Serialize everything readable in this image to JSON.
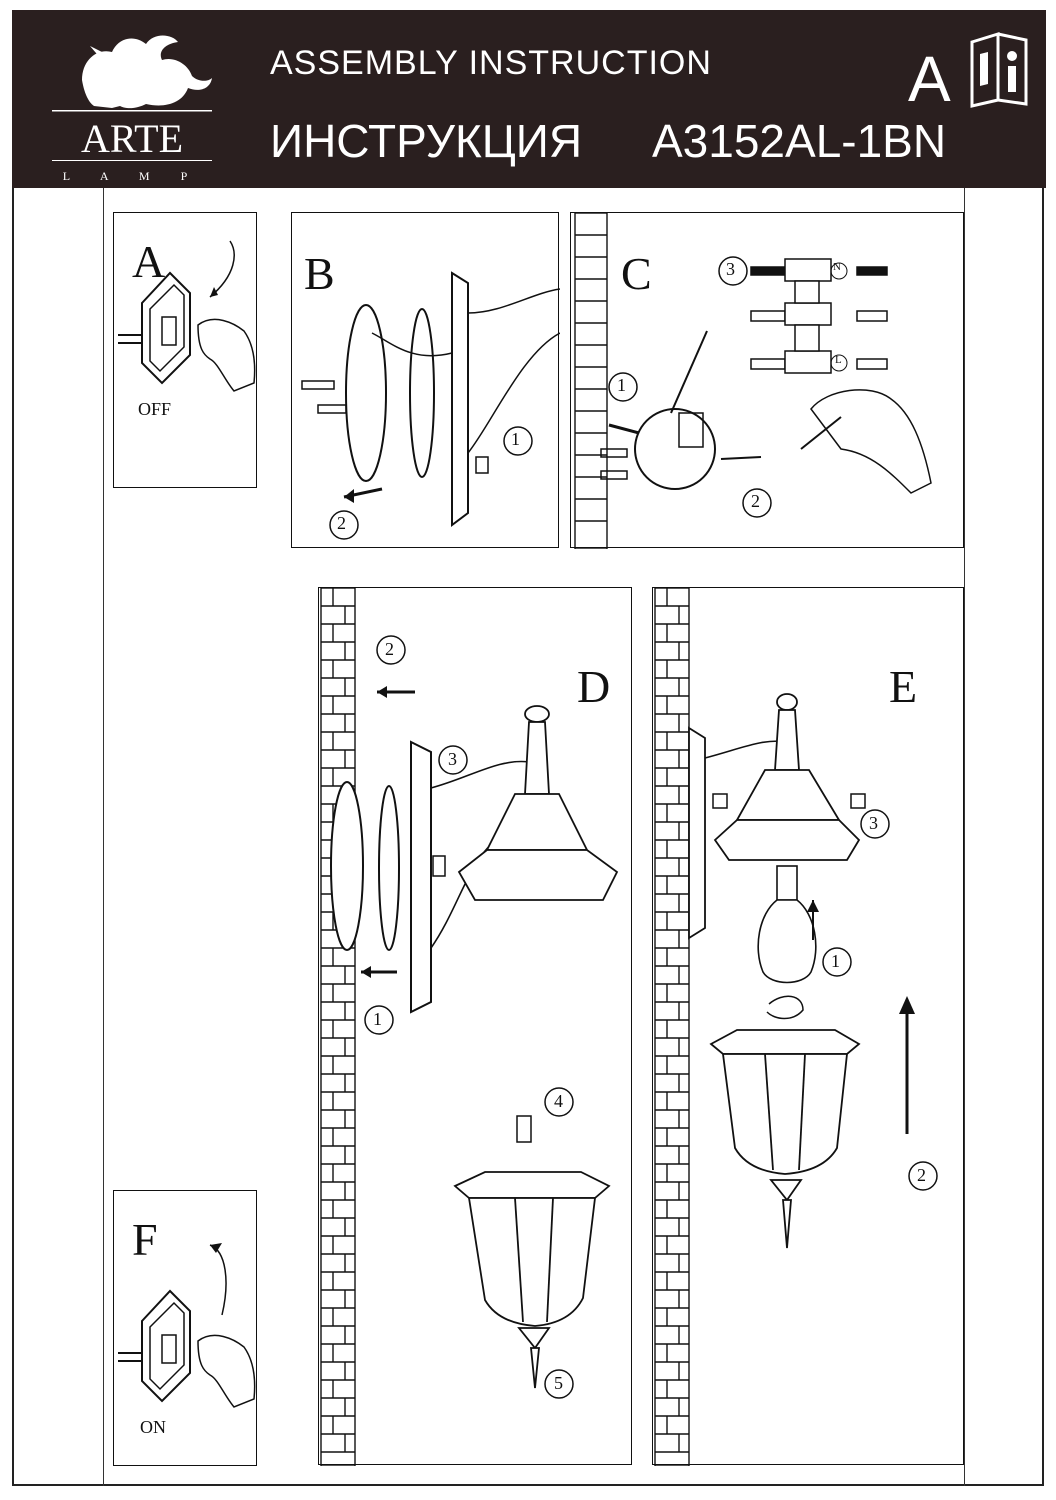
{
  "header": {
    "brand": "ARTE",
    "brand_sub": "L A M P",
    "title_en": "ASSEMBLY  INSTRUCTION",
    "title_ru": "ИНСТРУКЦИЯ",
    "model": "A3152AL-1BN",
    "lang_letter": "A",
    "info_glyph": "i"
  },
  "panels": {
    "a": {
      "label": "A",
      "caption": "OFF"
    },
    "b": {
      "label": "B",
      "step1": "1",
      "step2": "2"
    },
    "c": {
      "label": "C",
      "step1": "1",
      "step2": "2",
      "step3": "3",
      "wire_n": "N",
      "wire_l": "L"
    },
    "d": {
      "label": "D",
      "step1": "1",
      "step2": "2",
      "step3": "3",
      "step4": "4",
      "step5": "5"
    },
    "e": {
      "label": "E",
      "step1": "1",
      "step2": "2",
      "step3": "3"
    },
    "f": {
      "label": "F",
      "caption": "ON"
    }
  },
  "icons": [
    "griffin-logo",
    "info-book-icon",
    "switch-icon",
    "hand-icon",
    "screw-icon",
    "arrow-icon",
    "brick-wall",
    "lantern",
    "bulb-icon"
  ]
}
